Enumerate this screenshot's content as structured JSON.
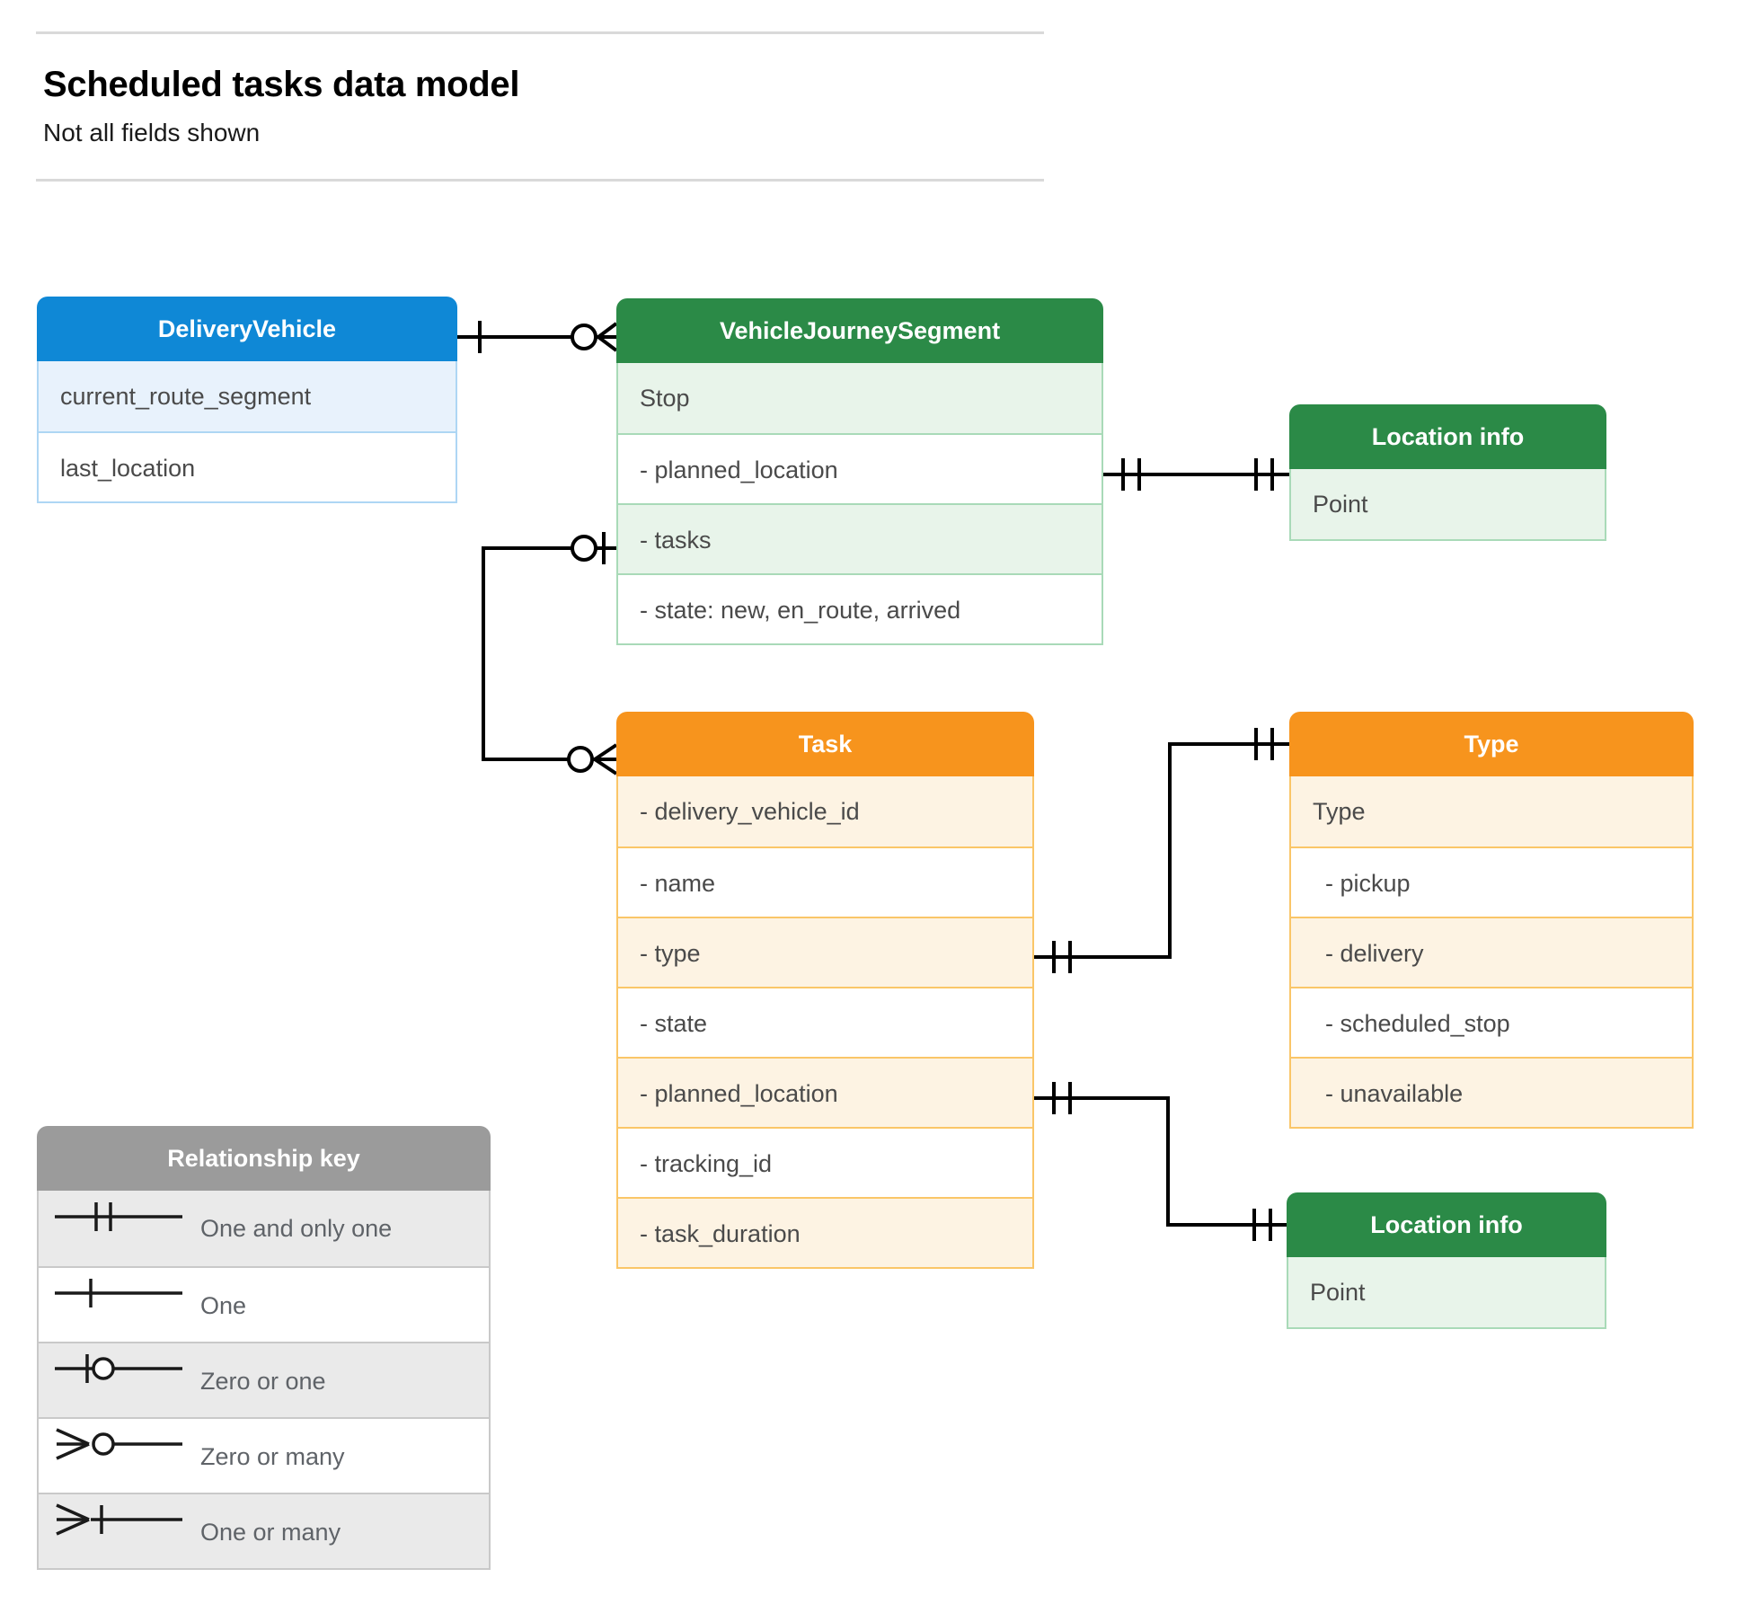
{
  "header": {
    "title": "Scheduled tasks data model",
    "subtitle": "Not all fields shown"
  },
  "colors": {
    "blue_header": "#0f88d6",
    "blue_row_alt": "#e8f2fc",
    "green_header": "#2b8a47",
    "green_row_alt": "#e8f4ea",
    "orange_header": "#f7941d",
    "orange_row_alt": "#fdf3e3",
    "gray_header": "#9b9b9b",
    "gray_row_alt": "#eaeaea",
    "connector_line": "#000000",
    "rule": "#d9d9d9"
  },
  "entities": {
    "delivery_vehicle": {
      "title": "DeliveryVehicle",
      "rows": [
        "current_route_segment",
        "last_location"
      ]
    },
    "vehicle_journey_segment": {
      "title": "VehicleJourneySegment",
      "rows": [
        "Stop",
        "-  planned_location",
        "- tasks",
        "- state: new, en_route, arrived"
      ]
    },
    "location_info_top": {
      "title": "Location info",
      "rows": [
        "Point"
      ]
    },
    "task": {
      "title": "Task",
      "rows": [
        "- delivery_vehicle_id",
        "- name",
        "- type",
        "- state",
        "- planned_location",
        "- tracking_id",
        "- task_duration"
      ]
    },
    "type": {
      "title": "Type",
      "rows": [
        "Type",
        "-   pickup",
        "-   delivery",
        "-   scheduled_stop",
        "-   unavailable"
      ]
    },
    "location_info_bottom": {
      "title": "Location info",
      "rows": [
        "Point"
      ]
    }
  },
  "legend": {
    "title": "Relationship key",
    "items": [
      {
        "label": "One and only one",
        "glyph": "one-and-only-one-icon"
      },
      {
        "label": "One",
        "glyph": "one-icon"
      },
      {
        "label": "Zero or one",
        "glyph": "zero-or-one-icon"
      },
      {
        "label": "Zero or many",
        "glyph": "zero-or-many-icon"
      },
      {
        "label": "One or many",
        "glyph": "one-or-many-icon"
      }
    ]
  },
  "relationships": [
    {
      "from": "DeliveryVehicle",
      "from_cardinality": "One",
      "to": "VehicleJourneySegment",
      "to_cardinality": "Zero or many"
    },
    {
      "from": "VehicleJourneySegment.tasks",
      "from_cardinality": "Zero or one",
      "to": "Task",
      "to_cardinality": "Zero or many"
    },
    {
      "from": "VehicleJourneySegment.planned_location",
      "from_cardinality": "One and only one",
      "to": "Location info",
      "to_cardinality": "One and only one"
    },
    {
      "from": "Task.type",
      "from_cardinality": "One and only one",
      "to": "Type",
      "to_cardinality": "One and only one"
    },
    {
      "from": "Task.planned_location",
      "from_cardinality": "One and only one",
      "to": "Location info",
      "to_cardinality": "One and only one"
    }
  ]
}
